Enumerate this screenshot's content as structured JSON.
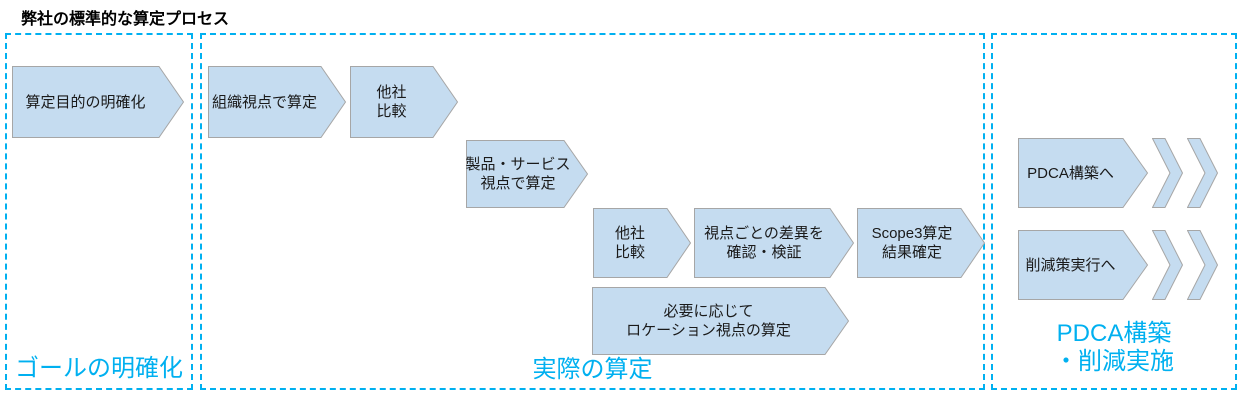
{
  "title": "弊社の標準的な算定プロセス",
  "colors": {
    "accent": "#00B0F0",
    "shape_fill": "#C5DCF0",
    "shape_border": "#A6A6A6",
    "step_text": "#1a1a1a"
  },
  "sections": {
    "goal": {
      "label": "ゴールの明確化"
    },
    "actual": {
      "label": "実際の算定"
    },
    "pdca": {
      "line1": "PDCA構築",
      "line2": "・削減実施"
    }
  },
  "steps": {
    "s1": {
      "line1": "算定目的の明確化"
    },
    "s2": {
      "line1": "組織視点で算定"
    },
    "s3": {
      "line1": "他社",
      "line2": "比較"
    },
    "s4": {
      "line1": "製品・サービス",
      "line2": "視点で算定"
    },
    "s5": {
      "line1": "他社",
      "line2": "比較"
    },
    "s6": {
      "line1": "視点ごとの差異を",
      "line2": "確認・検証"
    },
    "s7": {
      "line1": "Scope3算定",
      "line2": "結果確定"
    },
    "s8": {
      "line1": "必要に応じて",
      "line2": "ロケーション視点の算定"
    },
    "s9": {
      "line1": "PDCA構築へ"
    },
    "s10": {
      "line1": "削減策実行へ"
    }
  }
}
